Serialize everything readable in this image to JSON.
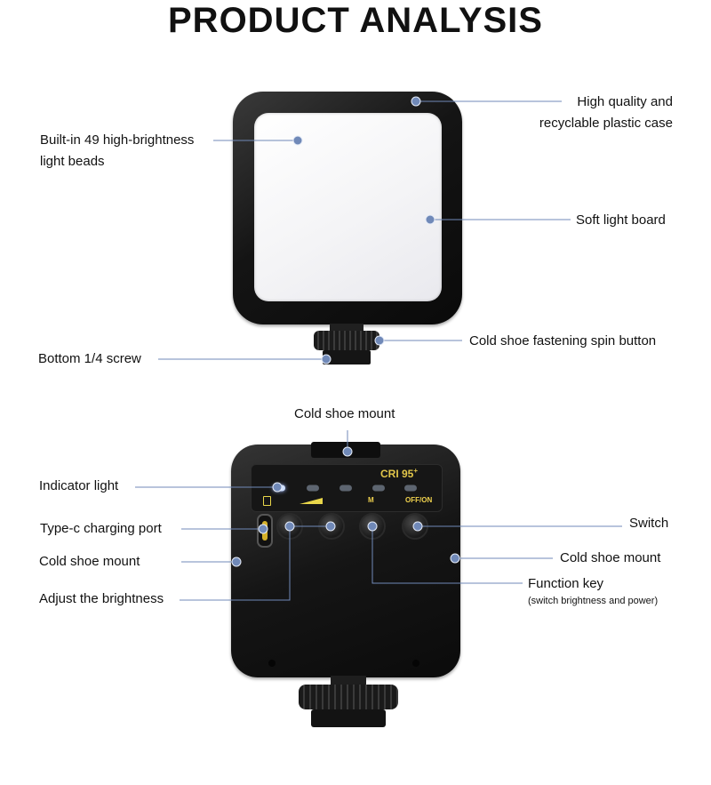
{
  "page": {
    "title": "PRODUCT ANALYSIS"
  },
  "front_view": {
    "callouts": {
      "light_beads_line1": "Built-in 49 high-brightness",
      "light_beads_line2": "light beads",
      "case_line1": "High quality and",
      "case_line2": "recyclable plastic case",
      "soft_light_board": "Soft light board",
      "spin_button": "Cold shoe fastening spin button",
      "bottom_screw": "Bottom 1/4 screw"
    }
  },
  "back_view": {
    "panel_text": {
      "cri": "CRI 95",
      "cri_sup": "+",
      "mode_key": "M",
      "power_key": "OFF/ON"
    },
    "indicator_lights": [
      {
        "lit": true
      },
      {
        "lit": false
      },
      {
        "lit": false
      },
      {
        "lit": false
      },
      {
        "lit": false
      }
    ],
    "callouts": {
      "cold_shoe_top": "Cold shoe mount",
      "indicator_light": "Indicator light",
      "type_c_port": "Type-c charging port",
      "cold_shoe_left": "Cold shoe mount",
      "adjust_brightness": "Adjust the brightness",
      "switch": "Switch",
      "cold_shoe_right": "Cold shoe mount",
      "function_key": "Function key",
      "function_key_note": "(switch brightness and power)"
    }
  },
  "colors": {
    "callout_line": "#7089b8",
    "indicator_accent": "#e9d64a"
  }
}
